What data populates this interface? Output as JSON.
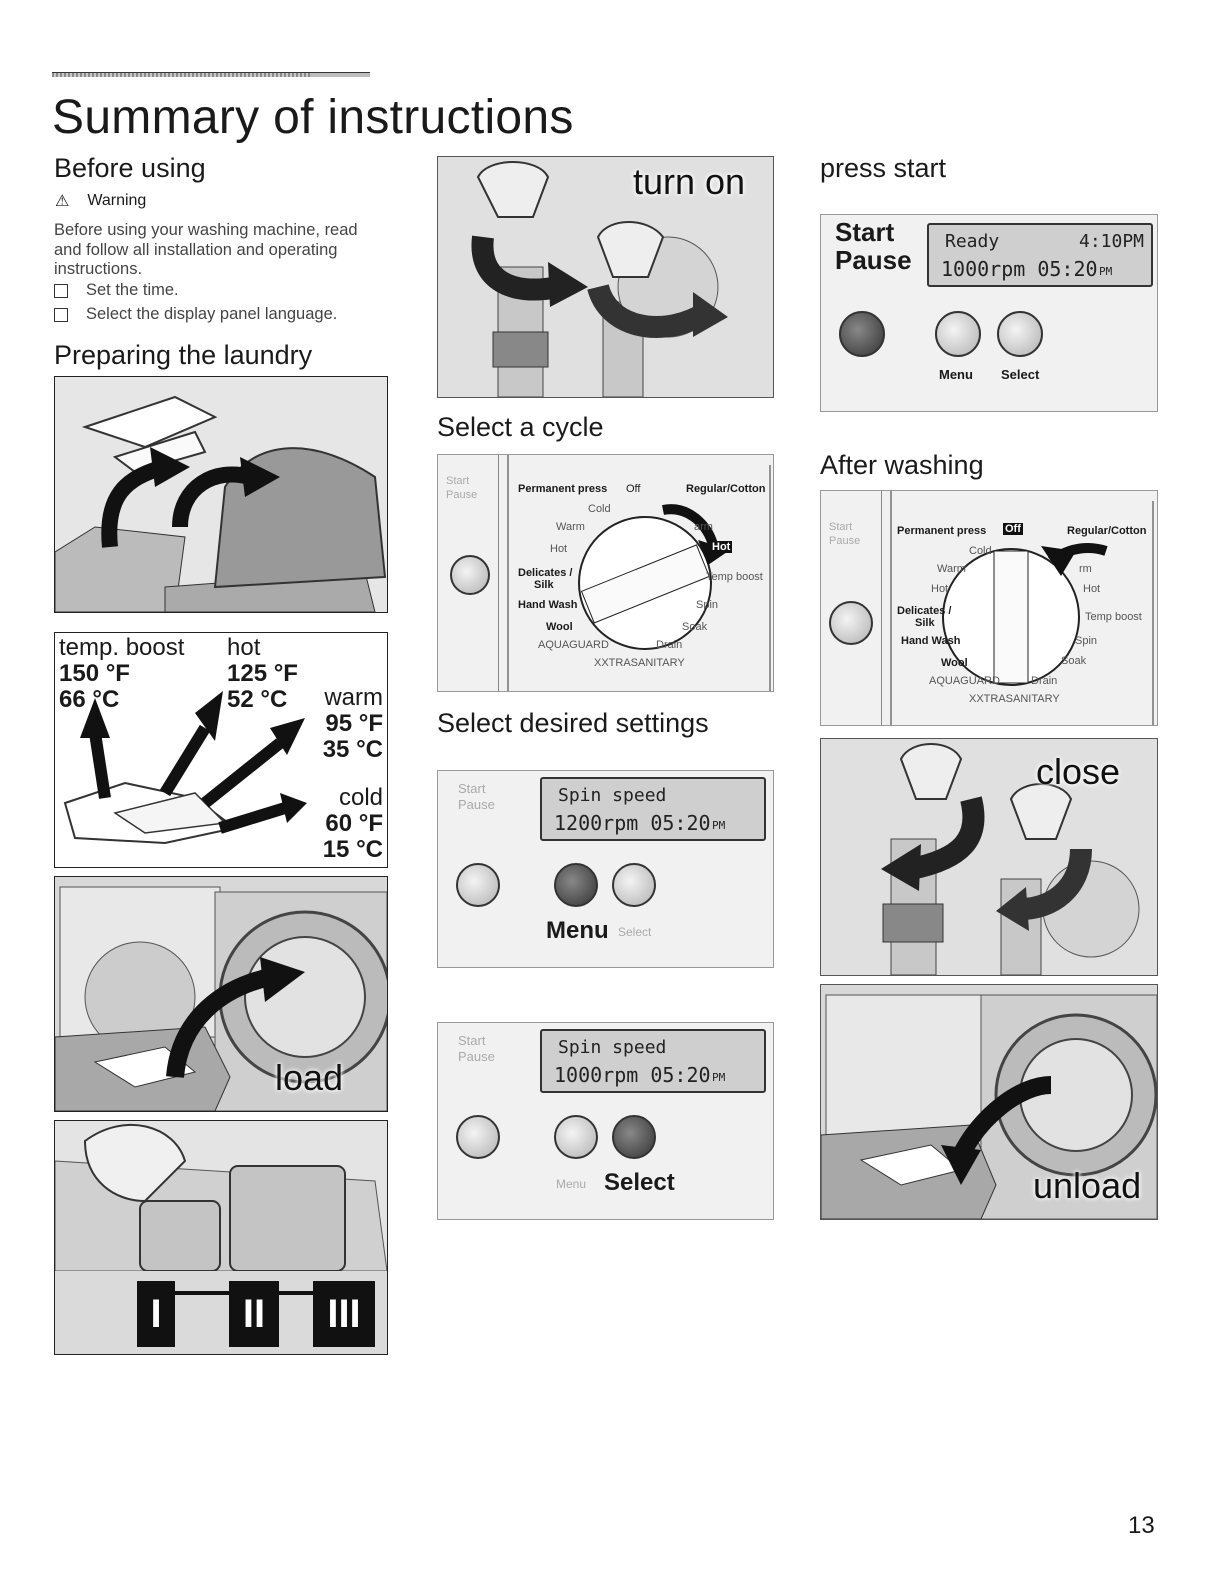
{
  "page": {
    "title": "Summary of instructions",
    "page_number": "13"
  },
  "before_using": {
    "heading": "Before using",
    "warning_label": "Warning",
    "warning_text": "Before using your washing machine, read and follow all installation and operating instructions.",
    "checklist": [
      "Set the time.",
      "Select the display panel language."
    ]
  },
  "preparing": {
    "heading": "Preparing the laundry"
  },
  "temps": {
    "temp_boost": {
      "label": "temp. boost",
      "f": "150 °F",
      "c": "66 °C"
    },
    "hot": {
      "label": "hot",
      "f": "125 °F",
      "c": "52 °C"
    },
    "warm": {
      "label": "warm",
      "f": "95 °F",
      "c": "35 °C"
    },
    "cold": {
      "label": "cold",
      "f": "60 °F",
      "c": "15 °C"
    }
  },
  "images": {
    "turn_on": "turn on",
    "load": "load",
    "close": "close",
    "unload": "unload"
  },
  "dispenser": {
    "compartments": [
      "I",
      "II",
      "III"
    ]
  },
  "select_cycle": {
    "heading": "Select a cycle",
    "dial": {
      "permanent_press": "Permanent press",
      "off": "Off",
      "regular": "Regular/Cotton",
      "cold": "Cold",
      "warm": "Warm",
      "hot": "Hot",
      "delicates": "Delicates /",
      "silk": "Silk",
      "hand_wash": "Hand Wash",
      "wool": "Wool",
      "aquaguard": "AQUAGUARD",
      "drain": "Drain",
      "xxtrasanitary": "XXTRASANITARY",
      "temp_boost": "Temp boost",
      "spin": "Spin",
      "soak": "Soak",
      "warm_partial": "arm",
      "hot_highlight": "Hot"
    },
    "start": "Start",
    "pause": "Pause"
  },
  "select_settings": {
    "heading": "Select desired settings",
    "panel1": {
      "start": "Start",
      "pause": "Pause",
      "line1": "Spin speed",
      "line2": "1200rpm 05:20",
      "pm": "PM",
      "menu": "Menu",
      "select": "Select"
    },
    "panel2": {
      "start": "Start",
      "pause": "Pause",
      "line1": "Spin speed",
      "line2": "1000rpm 05:20",
      "pm": "PM",
      "menu": "Menu",
      "select": "Select"
    }
  },
  "press_start": {
    "heading": "press start",
    "start": "Start",
    "pause": "Pause",
    "line1": "Ready",
    "time": "4:10PM",
    "line2": "1000rpm 05:20",
    "pm": "PM",
    "menu": "Menu",
    "select": "Select"
  },
  "after_washing": {
    "heading": "After washing",
    "dial": {
      "permanent_press": "Permanent press",
      "off": "Off",
      "regular": "Regular/Cotton",
      "cold": "Cold",
      "warm": "Warm",
      "warm_partial": "rm",
      "hot_left": "Hot",
      "hot_right": "Hot",
      "delicates": "Delicates /",
      "silk": "Silk",
      "hand_wash": "Hand Wash",
      "wool": "Wool",
      "aquaguard": "AQUAGUARD",
      "drain": "Drain",
      "xxtrasanitary": "XXTRASANITARY",
      "temp_boost": "Temp boost",
      "spin": "Spin",
      "soak": "Soak"
    },
    "start": "Start",
    "pause": "Pause"
  }
}
